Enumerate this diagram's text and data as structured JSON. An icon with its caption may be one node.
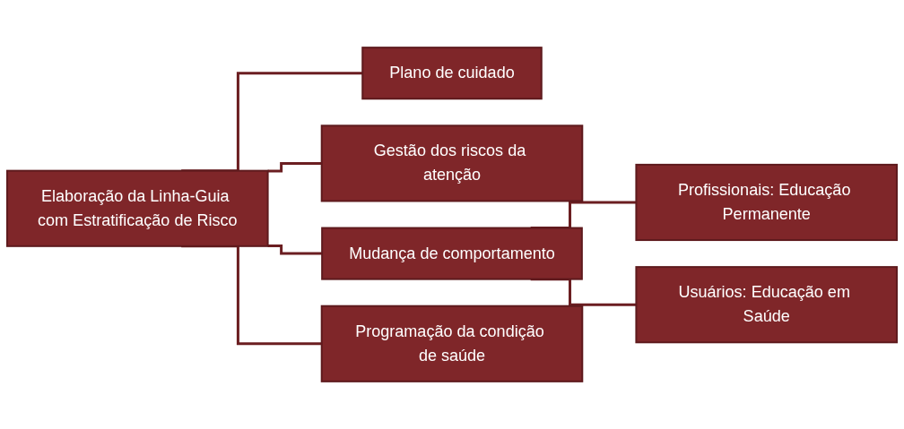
{
  "diagram": {
    "nodes": [
      {
        "text": [
          "Elaboração da Linha-Guia com Estratificação de Risco"
        ]
      },
      {
        "text": [
          "Plano de cuidado"
        ]
      },
      {
        "text": [
          "Gestão dos riscos da atenção"
        ]
      },
      {
        "text": [
          "Mudança de comportamento"
        ]
      },
      {
        "text": [
          "Programação da condição de saúde"
        ]
      },
      {
        "text": [
          "Profissionais: Educação Permanente"
        ]
      },
      {
        "text": [
          "Usuários: Educação em Saúde"
        ]
      }
    ],
    "edges": [
      {
        "from": 0,
        "to": 1,
        "arrow": "none"
      },
      {
        "from": 0,
        "to": 2,
        "arrow": "none"
      },
      {
        "from": 0,
        "to": 3,
        "arrow": "none"
      },
      {
        "from": 0,
        "to": 4,
        "arrow": "none"
      },
      {
        "from": 3,
        "to": 5,
        "arrow": "none"
      },
      {
        "from": 3,
        "to": 6,
        "arrow": "none"
      }
    ]
  }
}
